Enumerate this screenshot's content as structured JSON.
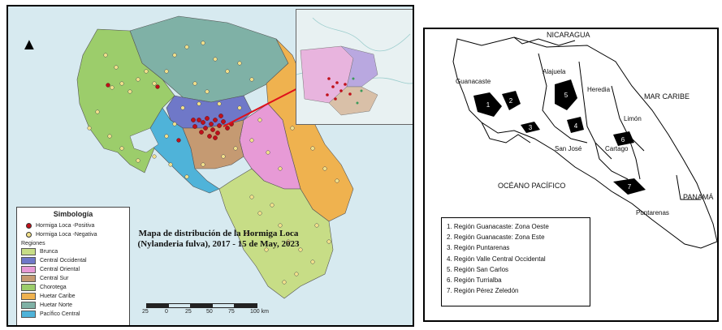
{
  "left_map": {
    "title_line1": "Mapa de distribución de la Hormiga Loca",
    "title_line2": "(Nylanderia fulva), 2017 - 15 de May, 2023",
    "legend": {
      "title": "Simbología",
      "points": [
        {
          "label": "Hormiga Loca -Positiva",
          "color": "#c0101a"
        },
        {
          "label": "Hormiga Loca -Negativa",
          "color": "#f2e08a"
        }
      ],
      "regions_label": "Regiones",
      "regions": [
        {
          "label": "Brunca",
          "color": "#c7dd86"
        },
        {
          "label": "Central Occidental",
          "color": "#6f78c8"
        },
        {
          "label": "Central Oriental",
          "color": "#e79ad6"
        },
        {
          "label": "Central Sur",
          "color": "#c59a72"
        },
        {
          "label": "Chorotega",
          "color": "#9ccd6b"
        },
        {
          "label": "Huetar Caribe",
          "color": "#efb24f"
        },
        {
          "label": "Huetar Norte",
          "color": "#7fb1a6"
        },
        {
          "label": "Pacífico Central",
          "color": "#4fb3d9"
        }
      ]
    },
    "scale": {
      "ticks": [
        "25",
        "0",
        "25",
        "50",
        "75",
        "100 km"
      ]
    },
    "north_arrow": "north-arrow-icon"
  },
  "right_map": {
    "labels": {
      "nicaragua": "NICARAGUA",
      "mar_caribe": "MAR CARIBE",
      "oceano": "OCÉANO PACÍFICO",
      "panama": "PANAMÁ",
      "guanacaste": "Guanacaste",
      "alajuela": "Alajuela",
      "heredia": "Heredia",
      "limon": "Limón",
      "san_jose": "San José",
      "cartago": "Cartago",
      "puntarenas": "Puntarenas"
    },
    "zone_numbers": [
      "1",
      "2",
      "3",
      "4",
      "5",
      "6",
      "7"
    ],
    "legend": [
      "1.  Región Guanacaste:  Zona Oeste",
      "2.  Región Guanacaste:  Zona Este",
      "3.  Región Puntarenas",
      "4.  Región Valle Central Occidental",
      "5.  Región San Carlos",
      "6.  Región Turrialba",
      "7.  Región Pérez Zeledón"
    ]
  }
}
